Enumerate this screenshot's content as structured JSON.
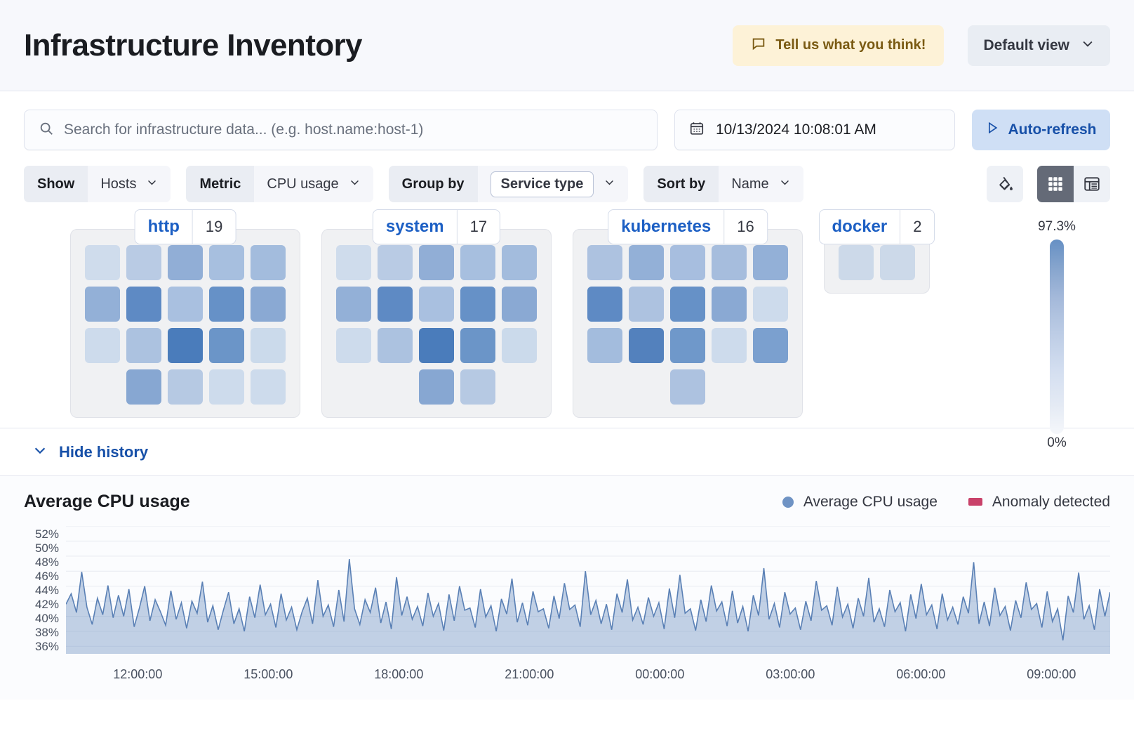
{
  "header": {
    "title": "Infrastructure Inventory",
    "feedback_label": "Tell us what you think!",
    "feedback_icon": "comment-icon",
    "view_label": "Default view",
    "view_icon": "chevron-down-icon"
  },
  "search": {
    "placeholder": "Search for infrastructure data... (e.g. host.name:host-1)",
    "value": "",
    "icon": "search-icon"
  },
  "datepicker": {
    "value": "10/13/2024 10:08:01 AM",
    "icon": "calendar-icon"
  },
  "refresh": {
    "label": "Auto-refresh",
    "icon": "play-icon"
  },
  "filters": [
    {
      "label": "Show",
      "value": "Hosts",
      "boxed": false
    },
    {
      "label": "Metric",
      "value": "CPU usage",
      "boxed": false
    },
    {
      "label": "Group by",
      "value": "Service type",
      "boxed": true
    },
    {
      "label": "Sort by",
      "value": "Name",
      "boxed": false
    }
  ],
  "toolbar": {
    "palette_icon": "color-fill-icon",
    "grid_view_icon": "grid-view-icon",
    "table_view_icon": "table-view-icon",
    "active_view": "grid"
  },
  "legend_scale": {
    "max": "97.3%",
    "min": "0%"
  },
  "groups": [
    {
      "name": "http",
      "count": "19",
      "cells": [
        "#cfdcec",
        "#b9cbe4",
        "#91aed6",
        "#a7bfdf",
        "#a3bcdd",
        "#93b0d7",
        "#5e8ac4",
        "#a9c0e0",
        "#6691c7",
        "#8aa9d3",
        "#cddbec",
        "#acc2e0",
        "#4a7cbb",
        "#6b95c8",
        "#cbdaeb",
        "#87a7d2",
        "#b6c9e3",
        "#cddbec",
        "#cddbec"
      ],
      "rows": [
        5,
        5,
        5,
        4
      ],
      "last_row_offset": 1
    },
    {
      "name": "system",
      "count": "17",
      "cells": [
        "#cfdcec",
        "#b9cbe4",
        "#91aed6",
        "#a7bfdf",
        "#a3bcdd",
        "#93b0d7",
        "#5e8ac4",
        "#a9c0e0",
        "#6691c7",
        "#8aa9d3",
        "#cddbec",
        "#acc2e0",
        "#4a7cbb",
        "#6b95c8",
        "#cbdaeb",
        "#87a7d2",
        "#b6c9e3"
      ],
      "rows": [
        5,
        5,
        5,
        2
      ],
      "last_row_offset": 2
    },
    {
      "name": "kubernetes",
      "count": "16",
      "cells": [
        "#adc2e0",
        "#93b0d7",
        "#a7bedf",
        "#a6bddd",
        "#93b0d7",
        "#5e8ac4",
        "#adc2e0",
        "#6691c7",
        "#8aa9d3",
        "#cddbec",
        "#a3bcdd",
        "#5381bd",
        "#6f98ca",
        "#cddbec",
        "#7ba0cf",
        "#adc2e0"
      ],
      "rows": [
        5,
        5,
        5,
        1
      ],
      "last_row_offset": 2
    },
    {
      "name": "docker",
      "count": "2",
      "cells": [
        "#ccd9e9",
        "#ccd9e9"
      ],
      "rows": [
        2
      ],
      "last_row_offset": 0
    }
  ],
  "history": {
    "toggle_label": "Hide history",
    "toggle_icon": "chevron-down-icon"
  },
  "chart_data": {
    "type": "area",
    "title": "Average CPU usage",
    "xlabel": "",
    "ylabel": "",
    "ylim": [
      35,
      53
    ],
    "grid": true,
    "legend_position": "top-right",
    "legend": [
      {
        "name": "Average CPU usage",
        "color": "#6f93c4",
        "marker": "circle"
      },
      {
        "name": "Anomaly detected",
        "color": "#c9426a",
        "marker": "square"
      }
    ],
    "ytick_labels": [
      "52%",
      "50%",
      "48%",
      "46%",
      "44%",
      "42%",
      "40%",
      "38%",
      "36%"
    ],
    "yticks": [
      52,
      50,
      48,
      46,
      44,
      42,
      40,
      38,
      36
    ],
    "xtick_labels": [
      "12:00:00",
      "15:00:00",
      "18:00:00",
      "21:00:00",
      "00:00:00",
      "03:00:00",
      "06:00:00",
      "09:00:00"
    ],
    "series": [
      {
        "name": "Average CPU usage",
        "color": "#6f93c4",
        "values": [
          41.6,
          43.0,
          40.5,
          45.9,
          41.2,
          38.9,
          42.4,
          40.2,
          44.1,
          39.8,
          42.8,
          40.0,
          43.6,
          38.6,
          41.1,
          44.0,
          39.4,
          42.2,
          40.6,
          38.8,
          43.4,
          39.6,
          41.8,
          38.4,
          42.0,
          40.4,
          44.6,
          39.2,
          41.4,
          38.2,
          40.8,
          43.2,
          39.0,
          41.0,
          38.0,
          42.6,
          39.8,
          44.2,
          40.2,
          41.6,
          38.5,
          43.0,
          39.5,
          41.2,
          38.2,
          40.6,
          42.4,
          39.0,
          44.8,
          40.0,
          41.5,
          38.6,
          43.5,
          39.3,
          47.6,
          41.0,
          38.9,
          42.2,
          40.5,
          43.8,
          39.1,
          41.9,
          38.3,
          45.2,
          40.1,
          42.6,
          39.6,
          41.3,
          38.7,
          43.1,
          40.0,
          41.7,
          38.1,
          42.9,
          39.4,
          44.0,
          40.8,
          41.1,
          38.5,
          43.6,
          39.9,
          41.4,
          38.0,
          42.3,
          40.3,
          45.0,
          39.2,
          41.8,
          38.8,
          43.3,
          40.6,
          41.0,
          38.4,
          42.7,
          39.7,
          44.4,
          40.9,
          41.5,
          38.6,
          46.0,
          40.2,
          42.1,
          39.0,
          41.6,
          38.2,
          43.0,
          40.5,
          44.9,
          39.5,
          41.2,
          38.9,
          42.5,
          40.0,
          41.8,
          38.3,
          43.7,
          39.8,
          45.5,
          40.4,
          41.0,
          38.1,
          42.2,
          39.3,
          44.1,
          40.7,
          41.9,
          38.7,
          43.4,
          39.1,
          41.3,
          38.0,
          42.8,
          40.1,
          46.4,
          39.6,
          41.7,
          38.5,
          43.2,
          40.3,
          41.1,
          38.2,
          42.0,
          39.4,
          44.7,
          40.8,
          41.4,
          38.8,
          43.9,
          39.9,
          41.6,
          38.4,
          42.4,
          40.0,
          45.1,
          39.2,
          41.0,
          38.6,
          43.5,
          40.6,
          41.8,
          38.0,
          42.9,
          39.7,
          44.3,
          40.2,
          41.5,
          38.3,
          43.0,
          39.5,
          41.2,
          38.9,
          42.6,
          40.4,
          47.2,
          39.0,
          41.9,
          38.7,
          43.8,
          40.1,
          41.3,
          38.1,
          42.1,
          39.8,
          44.5,
          40.9,
          41.7,
          38.5,
          43.3,
          39.3,
          41.0,
          36.8,
          42.7,
          40.5,
          45.8,
          39.6,
          41.4,
          38.2,
          43.6,
          40.0,
          43.2
        ]
      }
    ]
  }
}
